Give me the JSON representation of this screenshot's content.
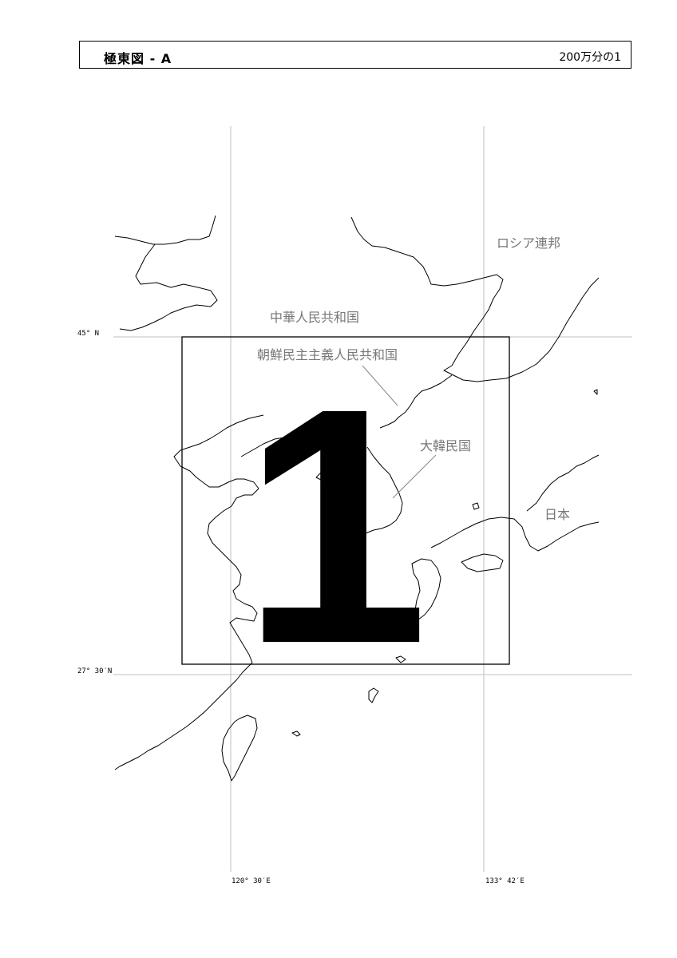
{
  "header": {
    "title": "極東図 - A",
    "scale": "200万分の1"
  },
  "map": {
    "sheet_number": "1",
    "grid_labels": {
      "lat_north": "45° N",
      "lat_south": "27° 30′N",
      "lon_west": "120° 30′E",
      "lon_east": "133° 42′E"
    },
    "countries": {
      "russia": "ロシア連邦",
      "china": "中華人民共和国",
      "north_korea": "朝鮮民主主義人民共和国",
      "south_korea": "大韓民国",
      "japan": "日本"
    }
  }
}
